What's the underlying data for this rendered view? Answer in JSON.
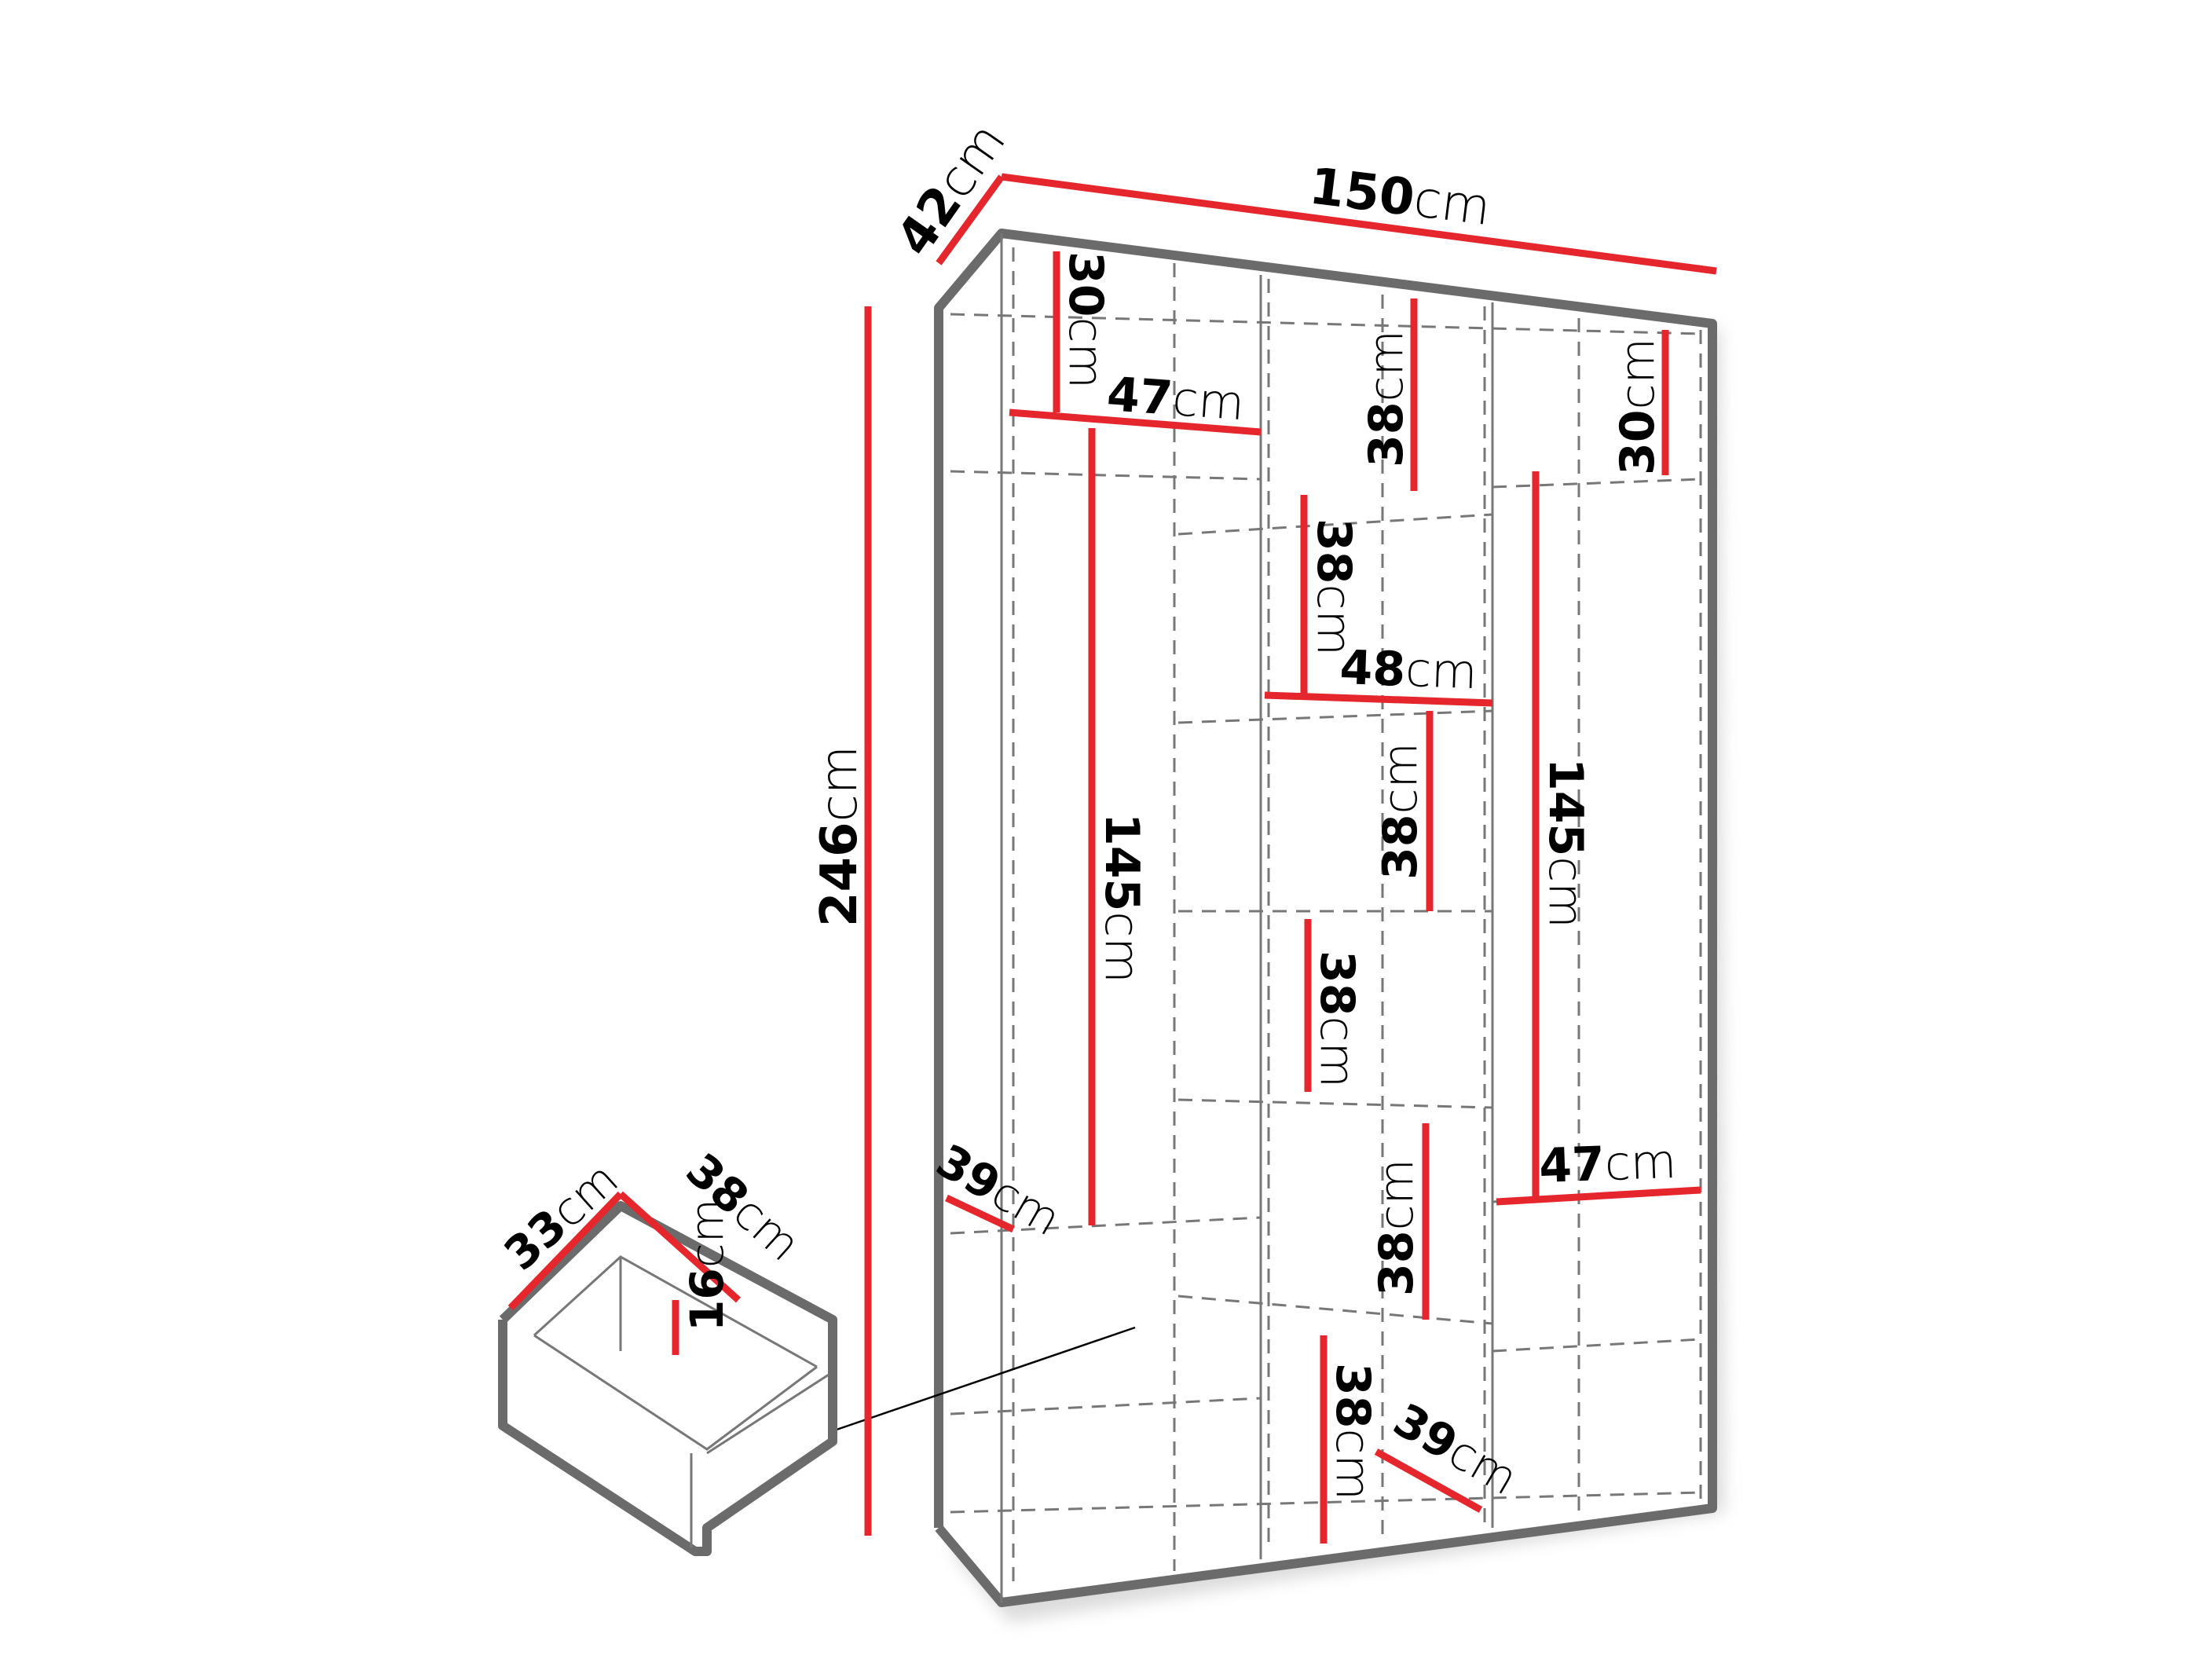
{
  "diagram": {
    "subject": "Wardrobe / shelving unit with drawer",
    "colors": {
      "dimension_line": "#e5262c",
      "outline": "#6b6b6b",
      "text": "#000000",
      "background": "#ffffff"
    },
    "dimensions": {
      "depth": {
        "value": "42",
        "unit": "cm"
      },
      "width": {
        "value": "150",
        "unit": "cm"
      },
      "height": {
        "value": "246",
        "unit": "cm"
      },
      "left_top_compartment_height": {
        "value": "30",
        "unit": "cm"
      },
      "left_compartment_width": {
        "value": "47",
        "unit": "cm"
      },
      "left_hanging_height": {
        "value": "145",
        "unit": "cm"
      },
      "left_shelf_depth": {
        "value": "39",
        "unit": "cm"
      },
      "middle_top_height": {
        "value": "38",
        "unit": "cm"
      },
      "middle_shelf_1_height": {
        "value": "38",
        "unit": "cm"
      },
      "middle_compartment_width": {
        "value": "48",
        "unit": "cm"
      },
      "middle_shelf_2_height": {
        "value": "38",
        "unit": "cm"
      },
      "middle_shelf_3_height": {
        "value": "38",
        "unit": "cm"
      },
      "middle_shelf_4_height": {
        "value": "38",
        "unit": "cm"
      },
      "middle_bottom_height": {
        "value": "38",
        "unit": "cm"
      },
      "middle_bottom_depth": {
        "value": "39",
        "unit": "cm"
      },
      "right_top_compartment_height": {
        "value": "30",
        "unit": "cm"
      },
      "right_hanging_height": {
        "value": "145",
        "unit": "cm"
      },
      "right_compartment_width": {
        "value": "47",
        "unit": "cm"
      }
    },
    "drawer": {
      "width": {
        "value": "33",
        "unit": "cm"
      },
      "depth": {
        "value": "38",
        "unit": "cm"
      },
      "height": {
        "value": "16",
        "unit": "cm"
      }
    }
  }
}
